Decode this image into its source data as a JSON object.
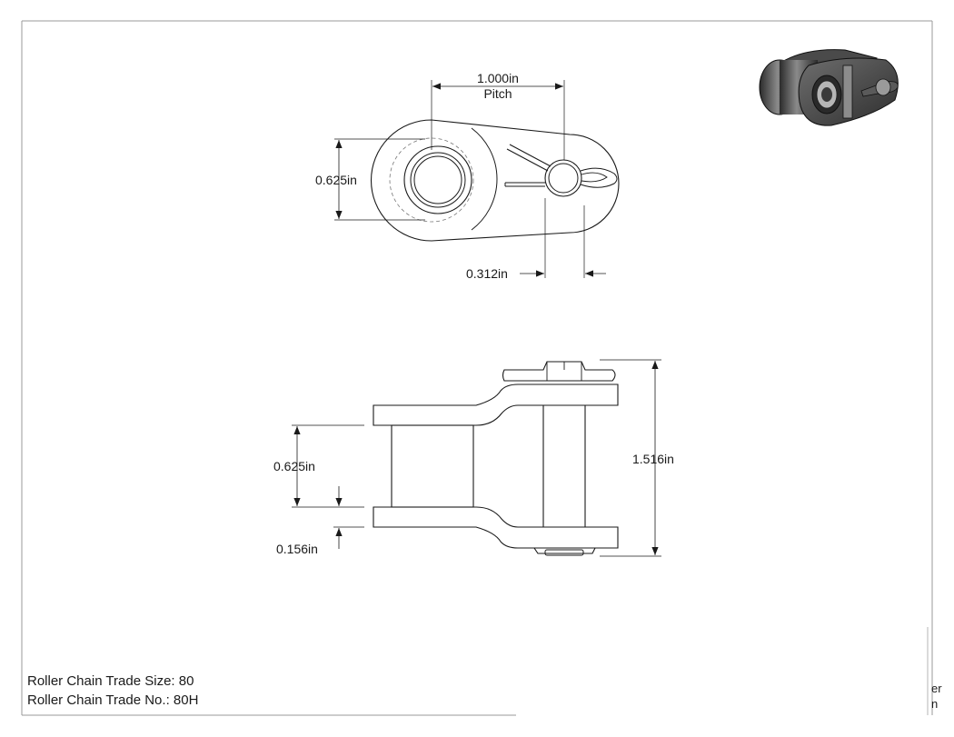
{
  "top_view": {
    "pitch_value": "1.000in",
    "pitch_label": "Pitch",
    "height_dim": "0.625in",
    "offset_dim": "0.312in"
  },
  "side_view": {
    "roller_width_dim": "0.625in",
    "plate_thickness_dim": "0.156in",
    "overall_width_dim": "1.516in"
  },
  "title_block": {
    "trade_size": "Roller Chain Trade Size: 80",
    "trade_no": "Roller Chain Trade No.: 80H"
  },
  "edge_fragments": [
    "er",
    "n"
  ],
  "colors": {
    "line": "#1a1a1a",
    "frame": "#9a9a9a",
    "render_dark": "#3a3a3a",
    "render_mid": "#6d6d6d"
  }
}
